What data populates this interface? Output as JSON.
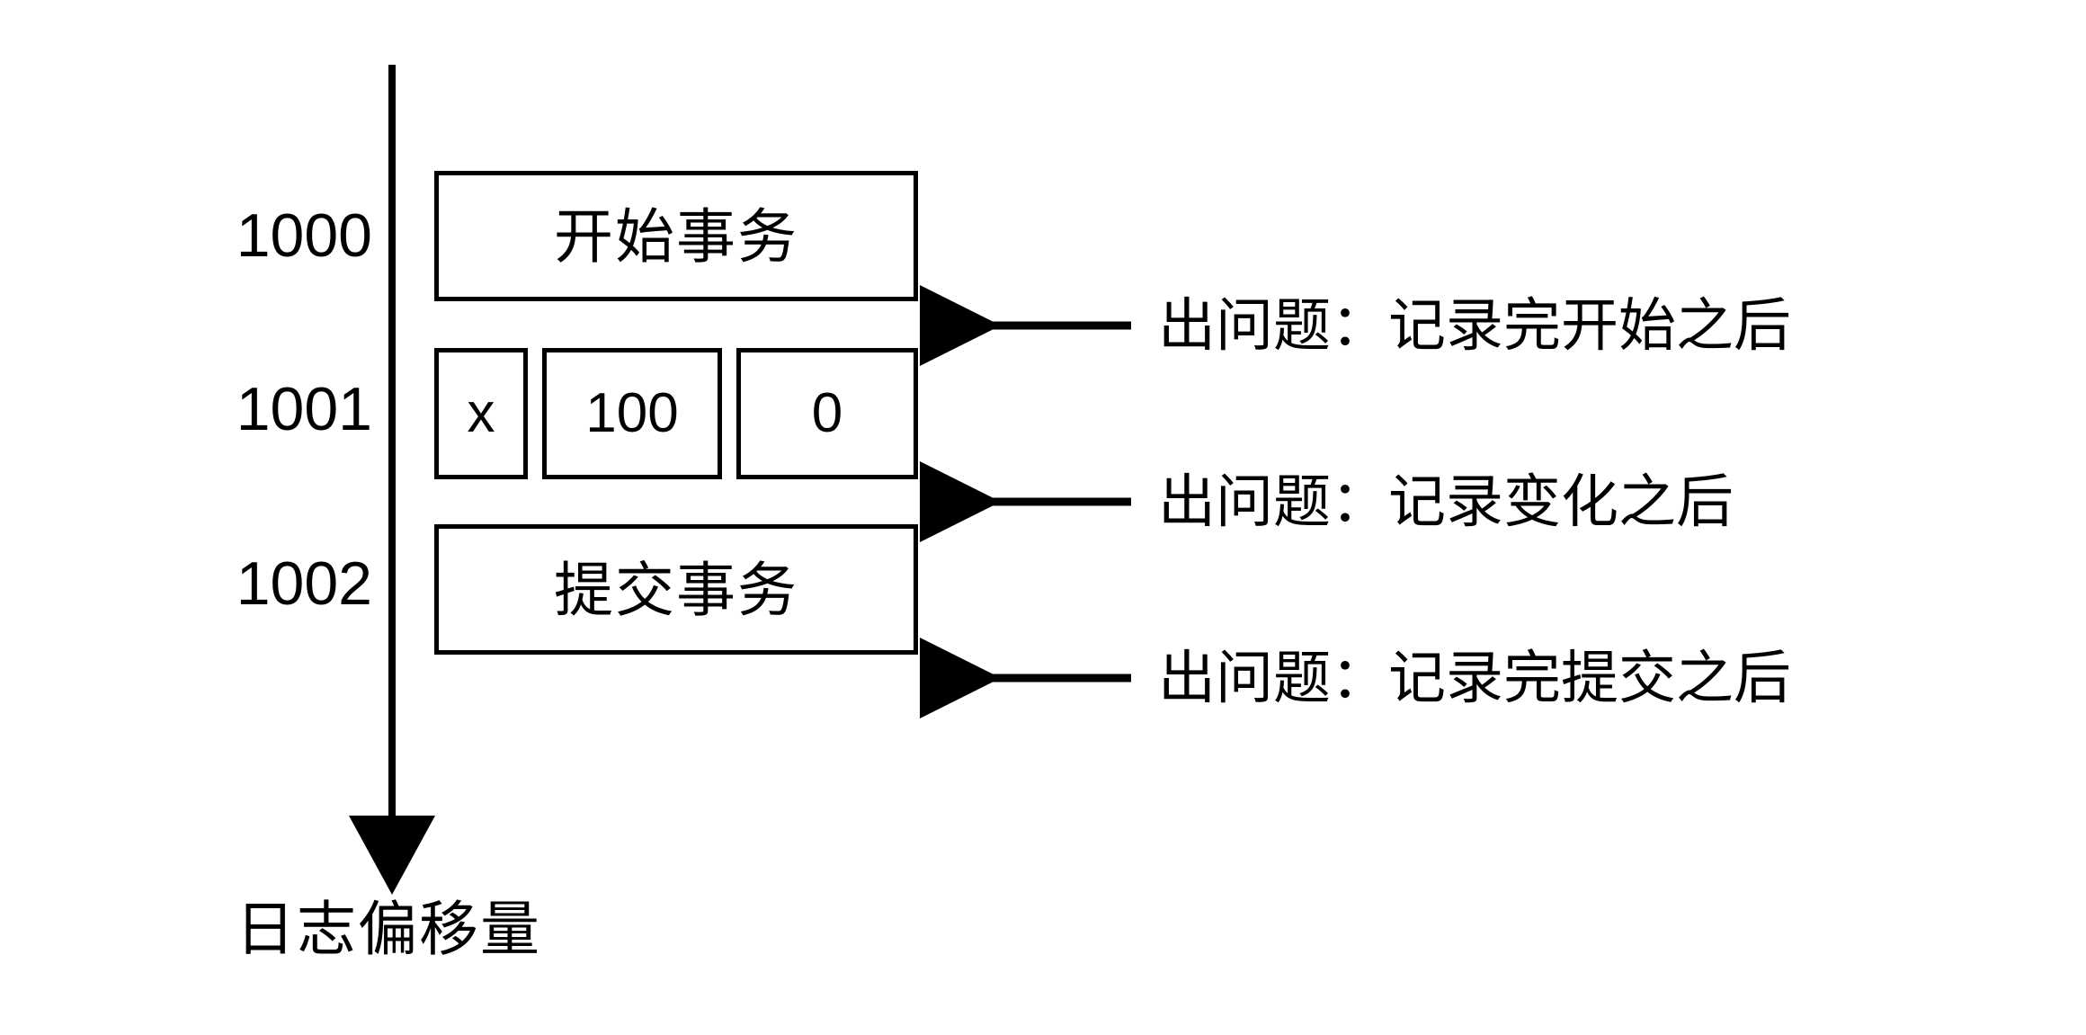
{
  "diagram": {
    "title": "日志偏移量",
    "axis": {
      "caption": "日志偏移量",
      "direction": "down",
      "color": "#000000"
    },
    "offsets": [
      {
        "label": "1000"
      },
      {
        "label": "1001"
      },
      {
        "label": "1002"
      }
    ],
    "records": [
      {
        "offset": "1000",
        "kind": "single",
        "label": "开始事务"
      },
      {
        "offset": "1001",
        "kind": "cells",
        "cells": [
          {
            "value": "x"
          },
          {
            "value": "100"
          },
          {
            "value": "0"
          }
        ]
      },
      {
        "offset": "1002",
        "kind": "single",
        "label": "提交事务"
      }
    ],
    "annotations": [
      {
        "text": "出问题：记录完开始之后",
        "arrow": "left-arrow-icon"
      },
      {
        "text": "出问题：记录变化之后",
        "arrow": "left-arrow-icon"
      },
      {
        "text": "出问题：记录完提交之后",
        "arrow": "left-arrow-icon"
      }
    ]
  }
}
